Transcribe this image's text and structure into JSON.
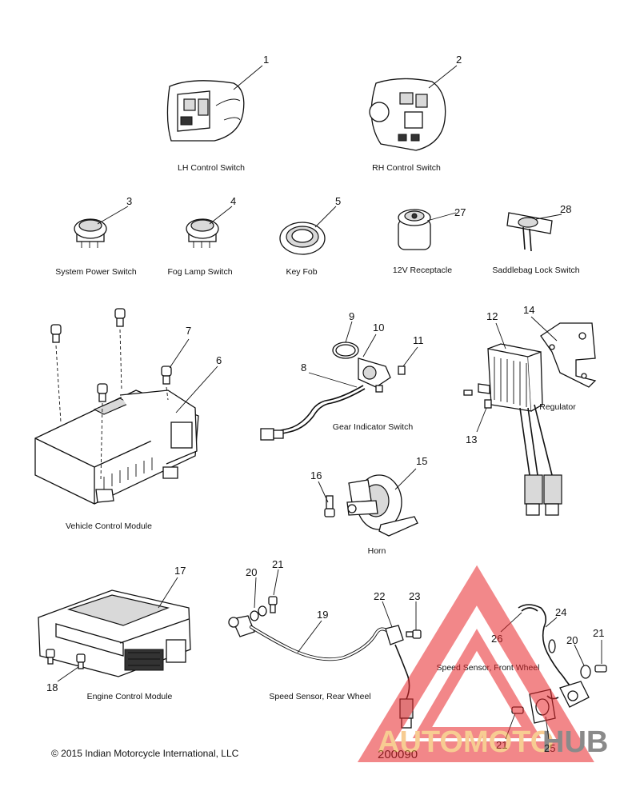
{
  "parts": [
    {
      "key": "p1",
      "number": "1",
      "label": "LH Control Switch"
    },
    {
      "key": "p2",
      "number": "2",
      "label": "RH Control Switch"
    },
    {
      "key": "p3",
      "number": "3",
      "label": "System Power Switch"
    },
    {
      "key": "p4",
      "number": "4",
      "label": "Fog Lamp Switch"
    },
    {
      "key": "p5",
      "number": "5",
      "label": "Key Fob"
    },
    {
      "key": "p27",
      "number": "27",
      "label": "12V Receptacle"
    },
    {
      "key": "p28",
      "number": "28",
      "label": "Saddlebag Lock Switch"
    },
    {
      "key": "p6",
      "number": "6",
      "label": "Vehicle Control Module"
    },
    {
      "key": "p8",
      "number": "8",
      "label": "Gear Indicator Switch"
    },
    {
      "key": "p12",
      "number": "12",
      "label": "Regulator"
    },
    {
      "key": "p15",
      "number": "15",
      "label": "Horn"
    },
    {
      "key": "p17",
      "number": "17",
      "label": "Engine Control Module"
    },
    {
      "key": "p19",
      "number": "19",
      "label": "Speed Sensor, Rear Wheel"
    },
    {
      "key": "p24",
      "number": "24",
      "label": "Speed Sensor, Front Wheel"
    }
  ],
  "callouts": {
    "c7": "7",
    "c9": "9",
    "c10": "10",
    "c11": "11",
    "c13": "13",
    "c14": "14",
    "c16": "16",
    "c18": "18",
    "c20a": "20",
    "c21a": "21",
    "c22": "22",
    "c23": "23",
    "c26": "26",
    "c20b": "20",
    "c21b": "21",
    "c21c": "21",
    "c25": "25"
  },
  "footer": {
    "copyright": "© 2015 Indian Motorcycle International, LLC",
    "diagram_id": "200090"
  },
  "watermark": {
    "brand_left": "AUTOMOTO",
    "brand_right": "HUB",
    "color_red": "#e8262a",
    "color_orange": "#f2a33a",
    "color_dark": "#2b2b2b"
  }
}
